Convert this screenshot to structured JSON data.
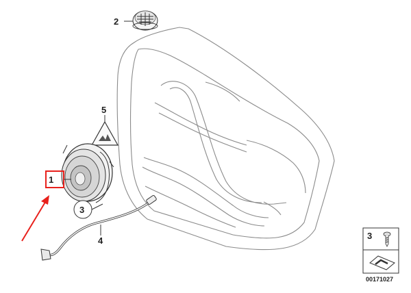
{
  "callouts": {
    "item_1": "1",
    "item_2": "2",
    "item_3": "3",
    "item_4": "4",
    "item_5": "5"
  },
  "legend": {
    "item": "3",
    "code": "00171027"
  },
  "colors": {
    "highlight": "#e8201b",
    "line": "#333333",
    "door": "#8a8a8a"
  }
}
